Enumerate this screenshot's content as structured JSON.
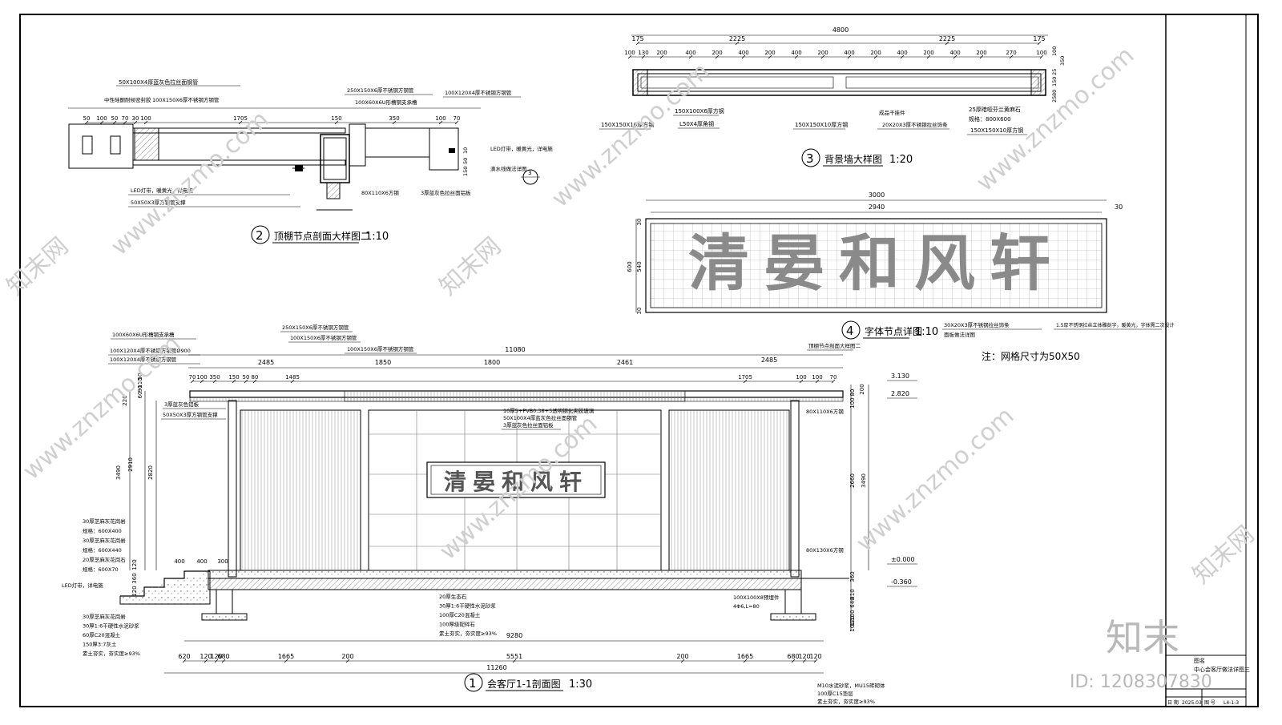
{
  "drawings": {
    "d1": {
      "num": "1",
      "title": "会客厅1-1剖面图",
      "scale": "1:30"
    },
    "d2": {
      "num": "2",
      "title": "顶棚节点剖面大样图二",
      "scale": "1:10"
    },
    "d3": {
      "num": "3",
      "title": "背景墙大样图",
      "scale": "1:20"
    },
    "d4": {
      "num": "4",
      "title": "字体节点详图",
      "scale": "1:10"
    }
  },
  "signage_text": "清晏和风轩",
  "note": "注：网格尺寸为50X50",
  "d2_labels": {
    "top": [
      "50X100X4厚蓝灰色拉丝面钢管",
      "中性硅酮耐候密封胶",
      "100X150X6厚不锈钢方钢管",
      "250X150X6厚不锈钢方钢管",
      "100X60X6U形槽钢支承槽",
      "100X120X4厚不锈钢方钢管"
    ],
    "dims": [
      "50",
      "100",
      "50",
      "70",
      "30",
      "100",
      "1705",
      "150",
      "350",
      "100",
      "70"
    ],
    "side_dims": [
      "10",
      "50",
      "150"
    ],
    "right": [
      "LED灯带，暖黄光，详电施",
      "滴水线做法详图"
    ],
    "bottom": [
      "LED灯带，暖黄光，详电施",
      "50X50X3厚方钢管支撑",
      "80X110X6方钢",
      "3厚蓝灰色拉丝面铝板"
    ]
  },
  "d3_labels": {
    "total": "4800",
    "dim_row1": [
      "175",
      "2225",
      "2225",
      "175"
    ],
    "dim_row2": [
      "100",
      "130",
      "200",
      "400",
      "200",
      "400",
      "200",
      "400",
      "200",
      "400",
      "200",
      "400",
      "200",
      "400",
      "200",
      "270",
      "100"
    ],
    "side_dims": [
      "25",
      "80",
      "150",
      "25",
      "350",
      "100"
    ],
    "callouts": [
      "150X150X10厚方钢",
      "150X100X6厚方钢",
      "L50X4厚角钢",
      "150X150X10厚方钢",
      "成品干挂件",
      "20X20X3厚不锈钢拉丝饰条",
      "25厚暗哑芬兰黄麻石",
      "规格：800X600",
      "150X150X10厚方钢"
    ]
  },
  "d4_labels": {
    "total": "3000",
    "inner": "2940",
    "side": "30",
    "side_dims": [
      "30",
      "600",
      "540",
      "30"
    ],
    "callouts": [
      "30X20X3厚不锈钢拉丝饰条",
      "1.5厚不锈钢拉丝立体雕刻字，暖黄光，字体需二次设计",
      "面板做法详图"
    ]
  },
  "d1_labels": {
    "total_top": "11080",
    "top_dims": [
      "2485",
      "1850",
      "1800",
      "2461",
      "2485"
    ],
    "sub_dims": [
      "70",
      "100",
      "350",
      "150",
      "50",
      "80",
      "1485",
      "1705",
      "100",
      "100",
      "70"
    ],
    "callouts_top": [
      "100X60X6U形槽钢支承槽",
      "100X120X4厚不锈钢方钢管Ø900",
      "100X120X4厚不锈钢方钢管",
      "250X150X6厚不锈钢方钢管",
      "100X150X6厚不锈钢方钢管",
      "100X150X6厚不锈钢方钢管",
      "顶棚节点剖面大样图二"
    ],
    "callouts_mid": [
      "3厚蓝灰色铝板",
      "50X50X3厚方钢管支撑",
      "10厚5+PVB0.38+5透明钢化夹胶玻璃",
      "50X100X4厚蓝灰色拉丝面钢管",
      "3厚蓝灰色拉丝面铝板",
      "80X110X6方钢",
      "80X130X6方钢"
    ],
    "callouts_left": [
      "30厚芝麻灰花岗岩",
      "规格：600X400",
      "30厚芝麻灰花岗岩",
      "规格：600X440",
      "20厚芝麻灰花岗石",
      "规格：600X70",
      "LED灯带，详电施"
    ],
    "layers_left": [
      "30厚芝麻灰花岗岩",
      "30厚1:6干硬性水泥砂浆",
      "60厚C20混凝土",
      "150厚3:7灰土",
      "素土夯实，夯实度≥93%"
    ],
    "layers_center": [
      "20厚生态石",
      "30厚1:6干硬性水泥砂浆",
      "100厚C20混凝土",
      "100厚级配碎石",
      "素土夯实，夯实度≥93%"
    ],
    "layers_right": [
      "M10水泥砂浆，MU15砖砌体",
      "100厚C15垫层",
      "素土夯实，夯实度≥93%"
    ],
    "embed": [
      "100X100X8预埋件",
      "4Φ6,L=80"
    ],
    "elevations": [
      "3.130",
      "2.820",
      "±0.000",
      "-0.360"
    ],
    "left_dims": [
      "220",
      "60",
      "90",
      "110",
      "50",
      "3490",
      "2910",
      "2820",
      "120",
      "360",
      "120"
    ],
    "right_dims": [
      "200",
      "80",
      "100",
      "2660",
      "3490",
      "360",
      "410",
      "640",
      "100",
      "120",
      "100"
    ],
    "stair_dims": [
      "400",
      "400",
      "300"
    ],
    "bottom_row1": [
      "620",
      "120",
      "120",
      "680",
      "1665",
      "200",
      "5551",
      "200",
      "1665",
      "680",
      "120",
      "120"
    ],
    "bottom_total_row2": "9280",
    "bottom_total": "11260"
  },
  "title_block": {
    "name_label": "图名",
    "drawing_name": "中心会客厅做法详图三",
    "date_label": "日 期",
    "date_value": "2025.03",
    "sheet_label": "图 号",
    "sheet_value": "L4-1-3"
  },
  "watermarks": {
    "site": "www.znzmo.com",
    "brand": "知末网",
    "logo": "知末",
    "id": "ID: 1208307830"
  },
  "colors": {
    "line": "#000000",
    "hatch": "#444444",
    "watermark": "#cfcfcf",
    "sign_text": "#8a8a8a"
  }
}
